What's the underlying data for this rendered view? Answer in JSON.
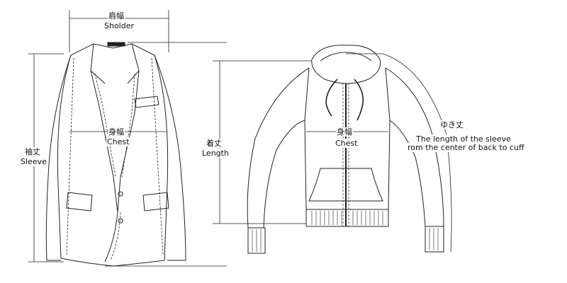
{
  "jacket": {
    "shoulder_jp": "肩幅",
    "shoulder_en": "Sholder",
    "chest_jp": "身幅",
    "chest_en": "Chest",
    "sleeve_jp": "袖丈",
    "sleeve_en": "Sleeve"
  },
  "length": {
    "jp": "着丈",
    "en": "Length"
  },
  "hoodie": {
    "chest_jp": "身幅",
    "chest_en": "Chest",
    "yuki_jp": "ゆき丈",
    "yuki_en_line1": "The length of the sleeve",
    "yuki_en_line2": "rom the center of back to cuff"
  }
}
